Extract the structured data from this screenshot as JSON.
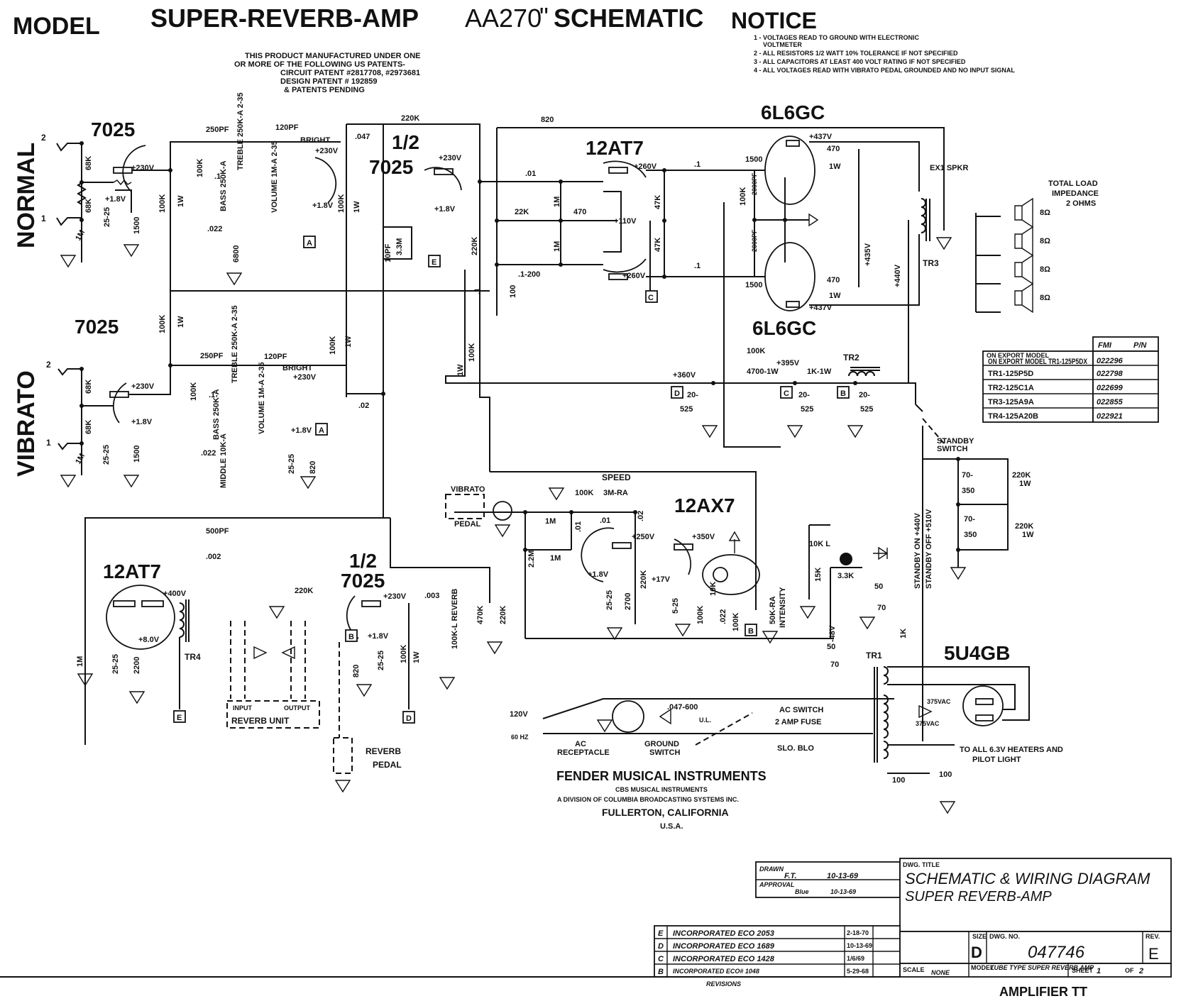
{
  "header": {
    "model_label": "MODEL",
    "model_name": "SUPER-REVERB-AMP",
    "model_code": "AA270",
    "schematic_label": "SCHEMATIC",
    "patent_notice": [
      "THIS PRODUCT MANUFACTURED UNDER ONE",
      "OR MORE OF THE FOLLOWING US PATENTS-",
      "CIRCUIT PATENT #2817708, #2973681",
      "DESIGN PATENT # 192859",
      "& PATENTS PENDING"
    ],
    "notice_title": "NOTICE",
    "notice_items": [
      "1 - VOLTAGES READ TO GROUND WITH ELECTRONIC",
      "VOLTMETER",
      "2 - ALL RESISTORS 1/2 WATT 10% TOLERANCE IF NOT SPECIFIED",
      "3 - ALL CAPACITORS AT LEAST 400 VOLT RATING IF NOT SPECIFIED",
      "4 - ALL VOLTAGES READ WITH VIBRATO PEDAL GROUNDED AND NO INPUT SIGNAL"
    ]
  },
  "channels": {
    "normal": "NORMAL",
    "vibrato": "VIBRATO",
    "jack_1": "1",
    "jack_2": "2"
  },
  "tubes": {
    "v1": "7025",
    "v2": "7025",
    "v3_half": "1/2",
    "v3": "7025",
    "v4": "12AT7",
    "v5_top": "6L6GC",
    "v5_bottom": "6L6GC",
    "v6": "12AT7",
    "v7_half": "1/2",
    "v7": "7025",
    "v8": "12AX7",
    "v9": "5U4GB"
  },
  "components": {
    "normal": {
      "r_grid_top": "68K",
      "r_grid_bot": "68K",
      "r_1m": "1M",
      "cap_cathode": "25-25",
      "r_cathode": "1500",
      "v_cathode": "+1.8V",
      "v_plate": "+230V",
      "r_plate": "100K",
      "r_plate_w": "1W",
      "c_treble": "250PF",
      "pot_treble": "TREBLE 250K-A 2-35",
      "r_tone": "100K",
      "c_bass": ".1",
      "pot_bass": "BASS 250K-A",
      "c_mid": ".022",
      "r_mid": "6800",
      "c_bright": "120PF",
      "bright": "BRIGHT",
      "pot_volume": "VOLUME 1M-A 2-35",
      "v_plate2": "+230V",
      "v_cath2": "+1.8V",
      "r_plate2": "100K",
      "r_plate2_w": "1W"
    },
    "vibrato": {
      "r_grid_top": "68K",
      "r_grid_bot": "68K",
      "r_1m": "1M",
      "cap_cathode": "25-25",
      "r_cathode": "1500",
      "v_cathode": "+1.8V",
      "v_plate": "+230V",
      "r_plate": "100K",
      "r_plate_w": "1W",
      "c_treble": "250PF",
      "pot_treble": "TREBLE 250K-A 2-35",
      "r_tone": "100K",
      "c_bass": ".1",
      "pot_bass": "BASS 250K-A",
      "c_mid": ".022",
      "pot_middle": "MIDDLE 10K-A",
      "c_bright": "120PF",
      "bright": "BRIGHT",
      "pot_volume": "VOLUME 1M-A 2-35",
      "v_plate2": "+230V",
      "v_cath2": "+1.8V",
      "cap_cath2": "25-25",
      "r_cath2": "820",
      "c_out": ".02",
      "r_plate2": "100K",
      "r_plate2_w": "1W"
    },
    "mixer": {
      "c_in": ".047",
      "r_fb": "220K",
      "v_plate": "+230V",
      "v_cath": "+1.8V",
      "c_10pf": "10PF",
      "r_3m3": "3.3M",
      "r_220k": "220K",
      "c_1": ".1"
    },
    "pi": {
      "r_820": "820",
      "c_01": ".01",
      "r_1m_a": "1M",
      "r_1m_b": "1M",
      "r_22k": "22K",
      "r_470": "470",
      "v_cath": "+110V",
      "c_200": ".1-200",
      "r_100": "100",
      "v_plate_a": "+260V",
      "v_plate_b": "+260V",
      "r_47k_a": "47K",
      "r_47k_b": "47K",
      "c_out_a": ".1",
      "c_out_b": ".1",
      "r_1w": "1W",
      "r_100k": "100K"
    },
    "power": {
      "v_plate_top": "+437V",
      "v_plate_bot": "+437V",
      "r_screen_top": "470",
      "r_screen_top_w": "1W",
      "r_screen_bot": "470",
      "r_screen_bot_w": "1W",
      "r_grid_top": "1500",
      "r_grid_bot": "1500",
      "r_bias": "100K",
      "c_bias_a": "2000PF",
      "c_bias_b": "2000PF",
      "v_screen": "+435V",
      "v_b_plus": "+440V",
      "ext_spkr": "EX1 SPKR",
      "tr3": "TR3",
      "speakers": [
        "8Ω",
        "8Ω",
        "8Ω",
        "8Ω"
      ],
      "load": [
        "TOTAL LOAD",
        "IMPEDANCE",
        "2 OHMS"
      ]
    },
    "supply": {
      "r_100k": "100K",
      "v_395": "+395V",
      "r_4700": "4700-1W",
      "r_1k": "1K-1W",
      "v_360": "+360V",
      "tr2": "TR2",
      "cap_d": [
        "20-",
        "525"
      ],
      "cap_c": [
        "20-",
        "525"
      ],
      "cap_b": [
        "20-",
        "525"
      ],
      "standby": [
        "STANDBY",
        "SWITCH"
      ],
      "cap_f1": [
        "70-",
        "350"
      ],
      "cap_f2": [
        "70-",
        "350"
      ],
      "r_bleed1": [
        "220K",
        "1W"
      ],
      "r_bleed2": [
        "220K",
        "1W"
      ],
      "standby_on": "STANDBY ON +440V",
      "standby_off": "STANDBY OFF +510V"
    },
    "vibrato_osc": {
      "pedal_top": "VIBRATO",
      "pedal_bot": "PEDAL",
      "speed": "SPEED",
      "r_100k": "100K",
      "pot_speed": "3M-RA",
      "r_1m_a": "1M",
      "r_1m_b": "1M",
      "c_01_a": ".01",
      "c_01_b": ".01",
      "c_02": ".02",
      "v_250": "+250V",
      "r_2m2": "2.2M",
      "v_cath": "+1.8V",
      "cap_cath": "25-25",
      "r_2700": "2700",
      "r_220k": "220K",
      "v_350": "+350V",
      "v_17": "+17V",
      "cap_5": "5-25",
      "r_100k_b": "100K",
      "r_10k": "10K",
      "c_022": ".022",
      "r_100k_c": "100K",
      "pot_int": "50K-RA",
      "intensity": "INTENSITY",
      "r_15k": "15K",
      "r_10k_l": "10K L",
      "r_33k": "3.3K",
      "v_neg": "-48V",
      "cap_bias": [
        "50",
        "70"
      ]
    },
    "reverb": {
      "c_500pf": "500PF",
      "c_002": ".002",
      "v_400": "+400V",
      "v_8": "+8.0V",
      "cap_cath": "25-25",
      "r_2200": "2200",
      "r_1m": "1M",
      "tr4": "TR4",
      "r_220k": "220K",
      "v_230": "+230V",
      "c_003": ".003",
      "v_18": "+1.8V",
      "r_820": "820",
      "cap_25": "25-25",
      "r_100k": "100K",
      "r_100k_w": "1W",
      "pot_reverb": "100K-L REVERB",
      "r_470k": "470K",
      "r_220k_b": "220K",
      "unit_in": "INPUT",
      "unit_out": "OUTPUT",
      "unit": "REVERB UNIT",
      "pedal": [
        "REVERB",
        "PEDAL"
      ]
    },
    "mains": {
      "v_120": "120V",
      "hz": "60 HZ",
      "receptacle": [
        "AC",
        "RECEPTACLE"
      ],
      "cap_gnd": ".047-600",
      "ul": "U.L.",
      "ground_switch": [
        "GROUND",
        "SWITCH"
      ],
      "ac_switch": "AC SWITCH",
      "fuse": "2 AMP FUSE",
      "slo_blo": "SLO. BLO",
      "tr1": "TR1",
      "vac_a": "375VAC",
      "vac_b": "375VAC",
      "r_1k": "1K",
      "cap_bias": [
        "50",
        "70"
      ],
      "heaters": [
        "TO ALL 6.3V HEATERS AND",
        "PILOT LIGHT"
      ],
      "r_100_a": "100",
      "r_100_b": "100"
    },
    "nodes": [
      "A",
      "A",
      "E",
      "C",
      "D",
      "C",
      "B",
      "B",
      "E",
      "B",
      "D"
    ]
  },
  "transformer_table": {
    "header_a": "FMI",
    "header_b": "P/N",
    "rows": [
      {
        "part": "ON EXPORT MODEL TR1-125P5DX",
        "pn": "022296"
      },
      {
        "part": "TR1-125P5D",
        "pn": "022798"
      },
      {
        "part": "TR2-125C1A",
        "pn": "022699"
      },
      {
        "part": "TR3-125A9A",
        "pn": "022855"
      },
      {
        "part": "TR4-125A20B",
        "pn": "022921"
      }
    ]
  },
  "company": {
    "name": "FENDER MUSICAL INSTRUMENTS",
    "division": "CBS MUSICAL INSTRUMENTS",
    "parent": "A DIVISION OF COLUMBIA BROADCASTING SYSTEMS INC.",
    "city": "FULLERTON, CALIFORNIA",
    "country": "U.S.A."
  },
  "title_block": {
    "drawn_label": "DRAWN",
    "drawn_by": "F.T.",
    "drawn_date": "10-13-69",
    "approval_label": "APPROVAL",
    "approval_by": "Blue",
    "approval_date": "10-13-69",
    "dwg_title_label": "DWG. TITLE",
    "dwg_title_1": "SCHEMATIC & WIRING DIAGRAM",
    "dwg_title_2": "SUPER REVERB-AMP",
    "size_label": "SIZE",
    "size": "D",
    "dwg_no_label": "DWG. NO.",
    "dwg_no": "047746",
    "rev_label": "REV.",
    "rev": "E",
    "scale_label": "SCALE",
    "scale": "NONE",
    "model_label": "MODEL",
    "model": "TUBE TYPE SUPER REVERB AMP",
    "sheet_label": "SHEET",
    "sheet": "1",
    "of_label": "OF",
    "sheets": "2",
    "footer": "AMPLIFIER TT",
    "revisions_label": "REVISIONS",
    "revisions": [
      {
        "rev": "E",
        "desc": "INCORPORATED ECO 2053",
        "date": "2-18-70"
      },
      {
        "rev": "D",
        "desc": "INCORPORATED ECO 1689",
        "date": "10-13-69"
      },
      {
        "rev": "C",
        "desc": "INCORPORATED ECO 1428",
        "date": "1/6/69"
      },
      {
        "rev": "B",
        "desc": "INCORPORATED ECO# 1048",
        "date": "5-29-68"
      }
    ]
  }
}
